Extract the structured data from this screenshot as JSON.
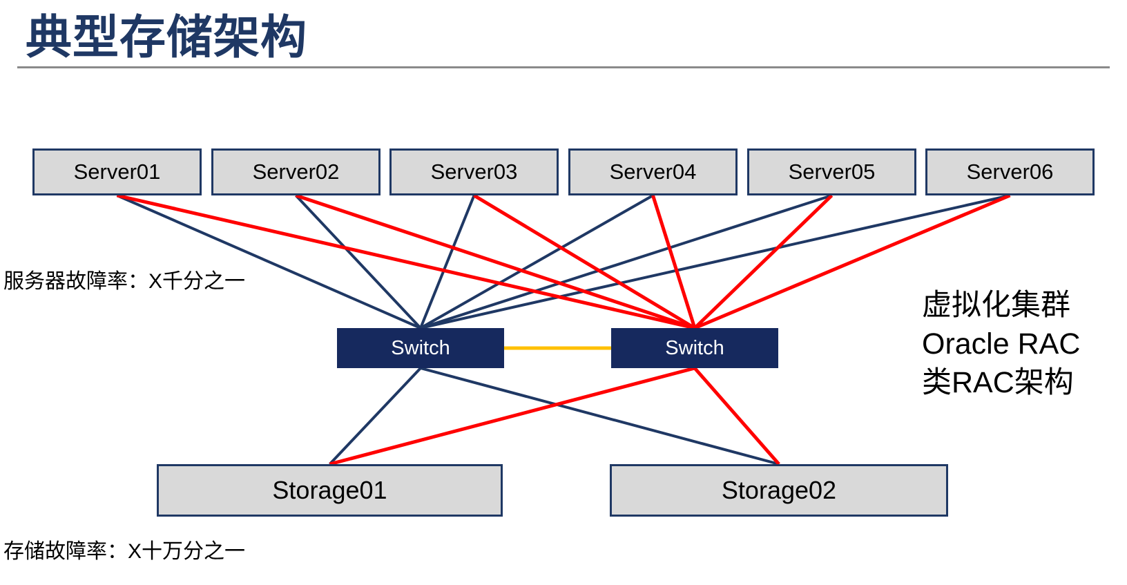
{
  "title": "典型存储架构",
  "annotations": {
    "server_failure_rate": "服务器故障率：X千分之一",
    "storage_failure_rate": "存储故障率：X十万分之一",
    "right_note_lines": [
      "虚拟化集群",
      "Oracle RAC",
      "类RAC架构"
    ]
  },
  "colors": {
    "navy": "#1F3864",
    "switch_fill": "#16295E",
    "box_fill": "#D9D9D9",
    "red_link": "#FF0000",
    "inter_switch_link": "#FFC000",
    "divider": "#8A8A8A",
    "text": "#000000"
  },
  "nodes": [
    {
      "id": "server01",
      "label": "Server01",
      "type": "server"
    },
    {
      "id": "server02",
      "label": "Server02",
      "type": "server"
    },
    {
      "id": "server03",
      "label": "Server03",
      "type": "server"
    },
    {
      "id": "server04",
      "label": "Server04",
      "type": "server"
    },
    {
      "id": "server05",
      "label": "Server05",
      "type": "server"
    },
    {
      "id": "server06",
      "label": "Server06",
      "type": "server"
    },
    {
      "id": "switch1",
      "label": "Switch",
      "type": "switch"
    },
    {
      "id": "switch2",
      "label": "Switch",
      "type": "switch"
    },
    {
      "id": "storage01",
      "label": "Storage01",
      "type": "storage"
    },
    {
      "id": "storage02",
      "label": "Storage02",
      "type": "storage"
    }
  ],
  "links": [
    {
      "from": "server01",
      "to": "switch1",
      "color_key": "navy"
    },
    {
      "from": "server02",
      "to": "switch1",
      "color_key": "navy"
    },
    {
      "from": "server03",
      "to": "switch1",
      "color_key": "navy"
    },
    {
      "from": "server04",
      "to": "switch1",
      "color_key": "navy"
    },
    {
      "from": "server05",
      "to": "switch1",
      "color_key": "navy"
    },
    {
      "from": "server06",
      "to": "switch1",
      "color_key": "navy"
    },
    {
      "from": "switch1",
      "to": "storage01",
      "color_key": "navy"
    },
    {
      "from": "switch1",
      "to": "storage02",
      "color_key": "navy"
    },
    {
      "from": "server01",
      "to": "switch2",
      "color_key": "red"
    },
    {
      "from": "server02",
      "to": "switch2",
      "color_key": "red"
    },
    {
      "from": "server03",
      "to": "switch2",
      "color_key": "red"
    },
    {
      "from": "server04",
      "to": "switch2",
      "color_key": "red"
    },
    {
      "from": "server05",
      "to": "switch2",
      "color_key": "red"
    },
    {
      "from": "server06",
      "to": "switch2",
      "color_key": "red"
    },
    {
      "from": "switch2",
      "to": "storage01",
      "color_key": "red"
    },
    {
      "from": "switch2",
      "to": "storage02",
      "color_key": "red"
    },
    {
      "from": "switch1",
      "to": "switch2",
      "color_key": "orange"
    }
  ]
}
